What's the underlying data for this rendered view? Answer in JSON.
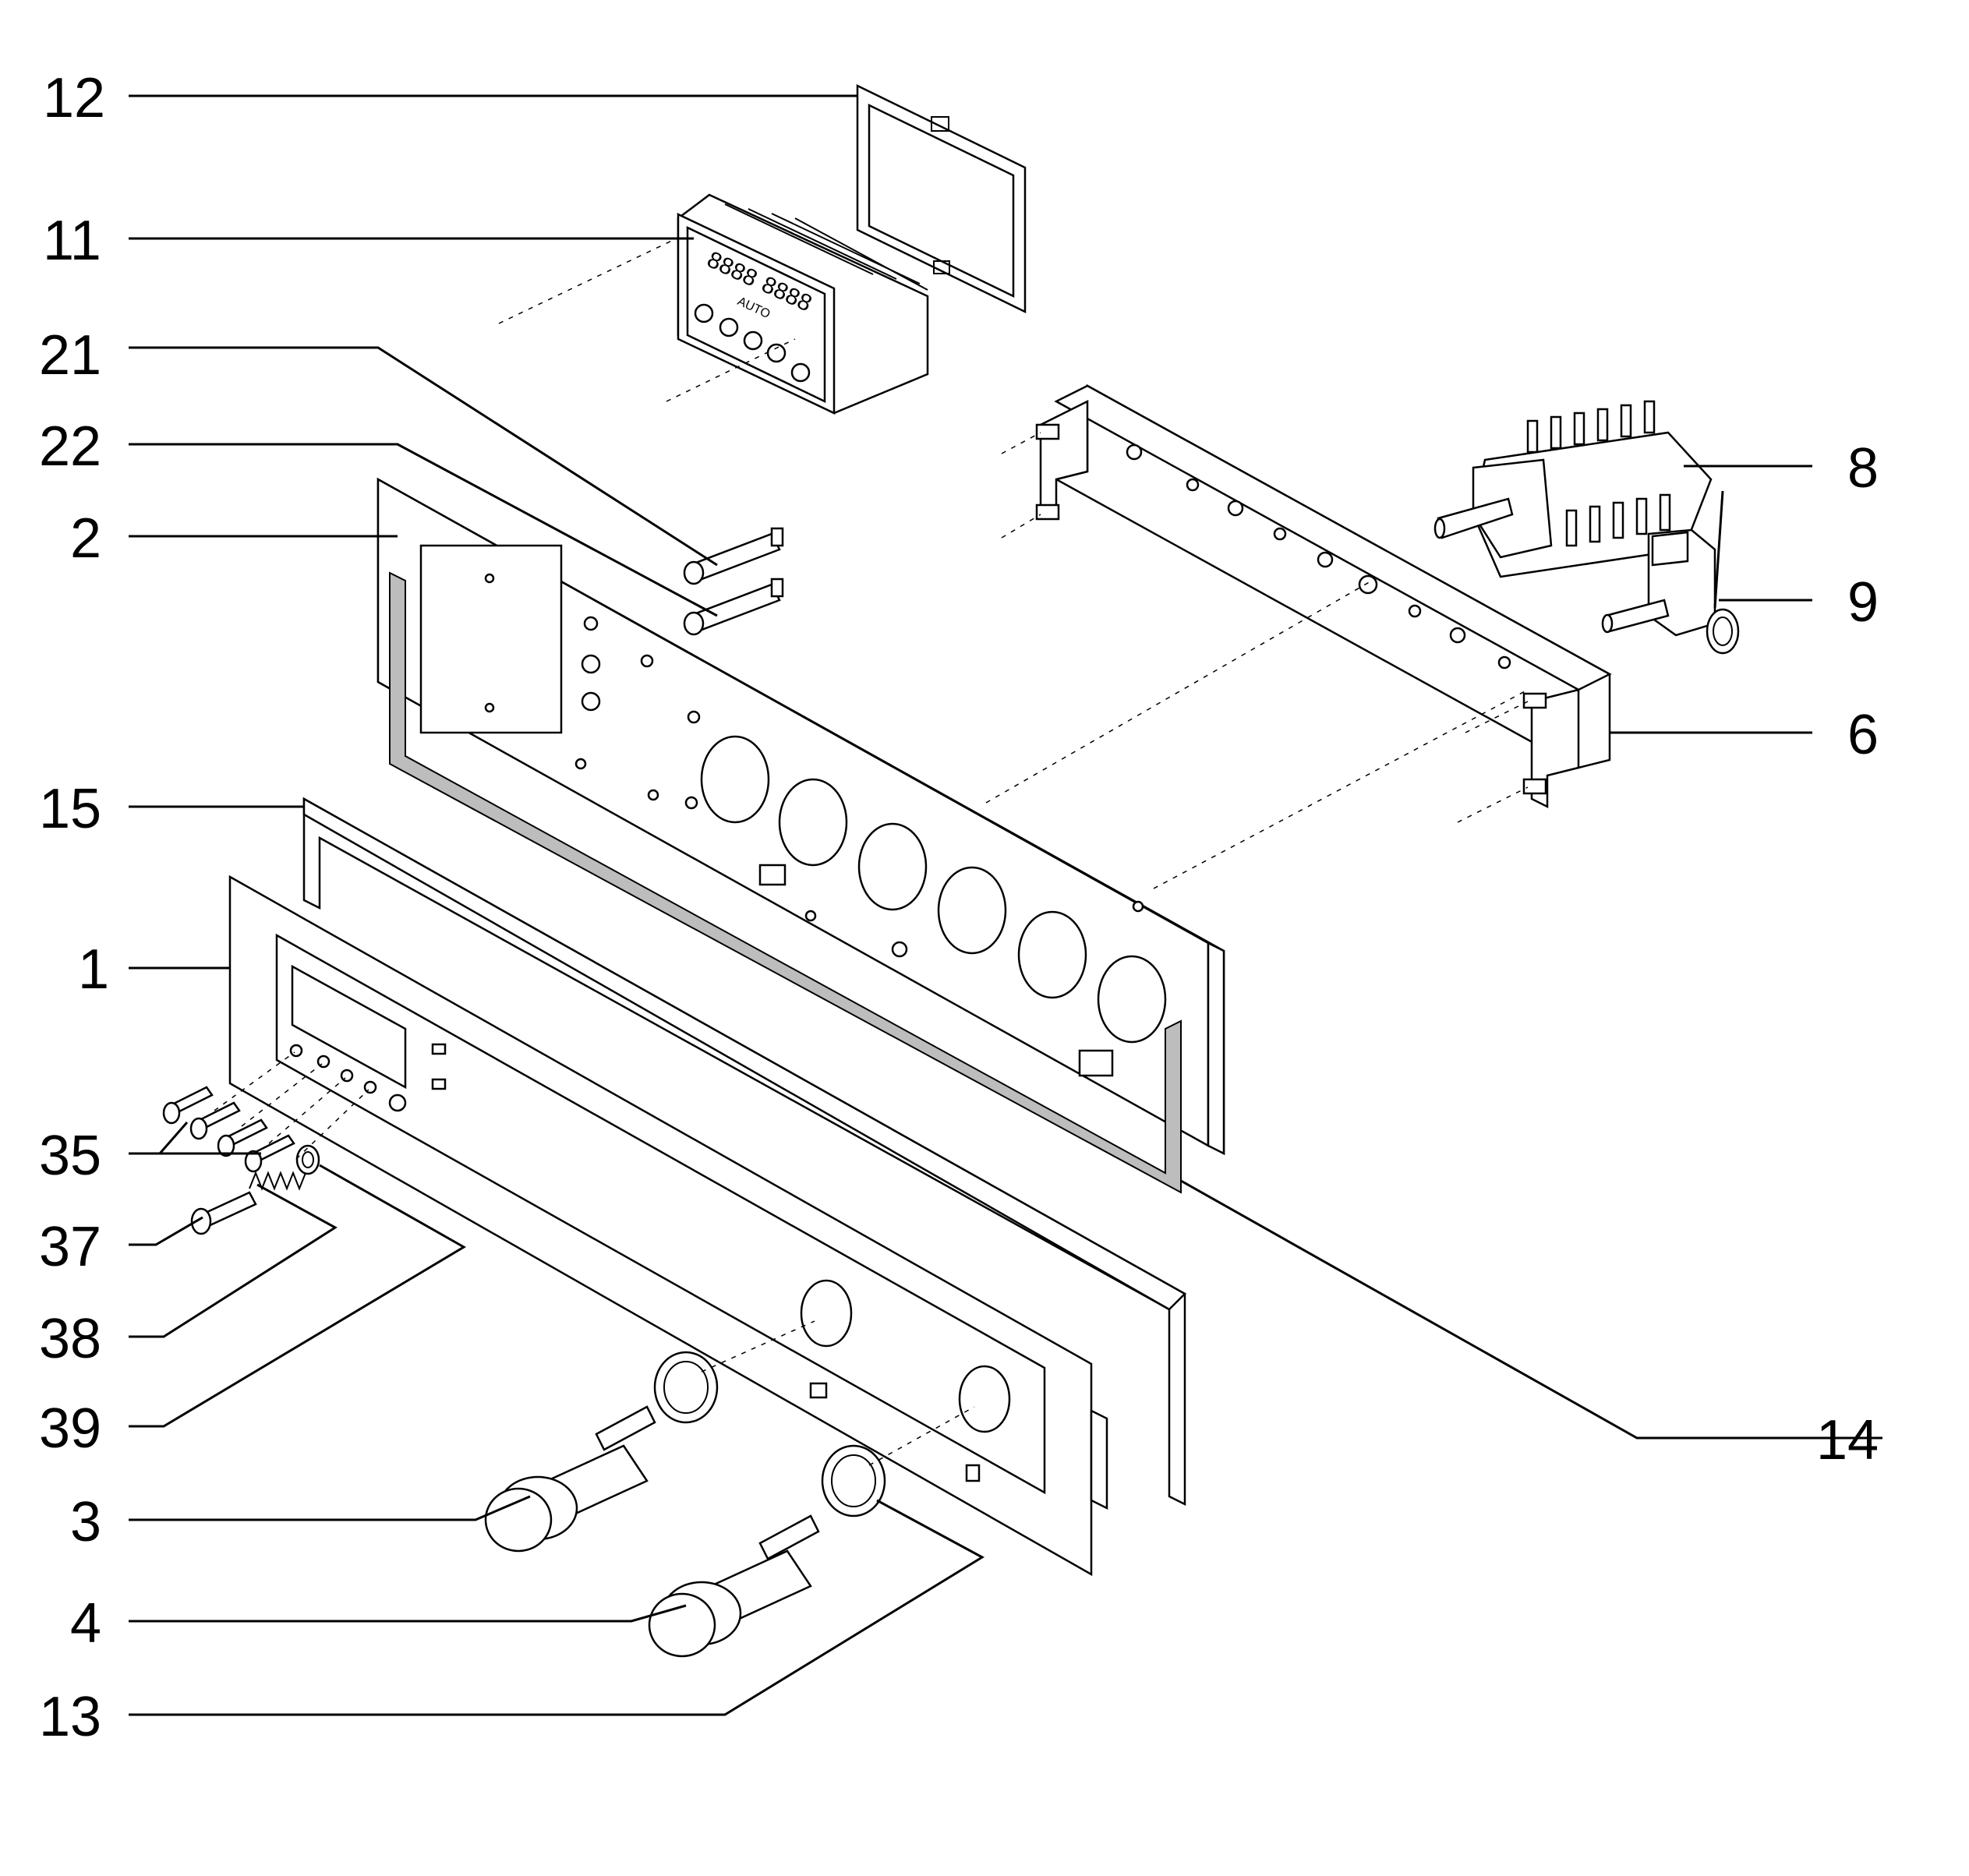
{
  "callouts": {
    "c12": "12",
    "c11": "11",
    "c21": "21",
    "c22": "22",
    "c2": "2",
    "c15": "15",
    "c1": "1",
    "c35": "35",
    "c37": "37",
    "c38": "38",
    "c39": "39",
    "c3": "3",
    "c4": "4",
    "c13": "13",
    "c8": "8",
    "c9": "9",
    "c6": "6",
    "c14": "14"
  },
  "timer_display": {
    "digits_left": "8888",
    "digits_right": "8888",
    "auto_label": "AUTO"
  }
}
